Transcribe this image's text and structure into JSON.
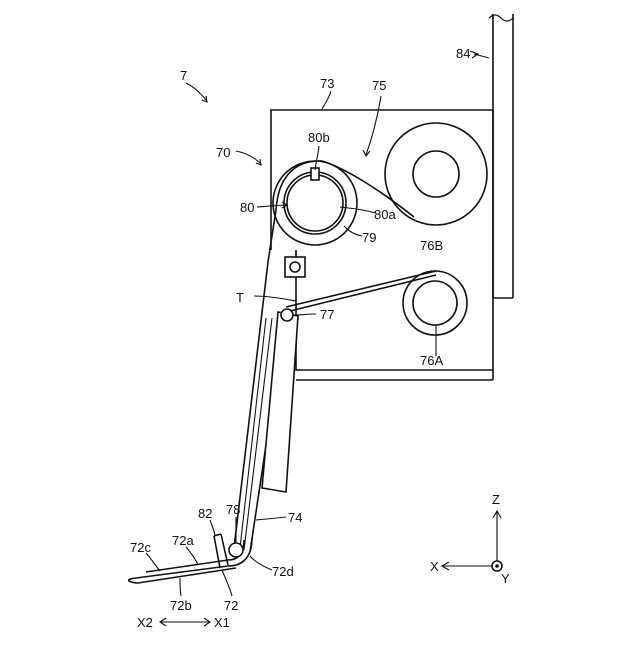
{
  "figure": {
    "number": "7",
    "labels": {
      "l84": "84",
      "l73": "73",
      "l75": "75",
      "l70": "70",
      "l80b": "80b",
      "l80": "80",
      "l80a": "80a",
      "l79": "79",
      "l76B": "76B",
      "lT": "T",
      "l77": "77",
      "l76A": "76A",
      "l74": "74",
      "l78": "78",
      "l82": "82",
      "l72a": "72a",
      "l72c": "72c",
      "l72b": "72b",
      "l72": "72",
      "l72d": "72d"
    },
    "axes": {
      "z": "Z",
      "x": "X",
      "y": "Y",
      "x1": "X1",
      "x2": "X2"
    }
  }
}
